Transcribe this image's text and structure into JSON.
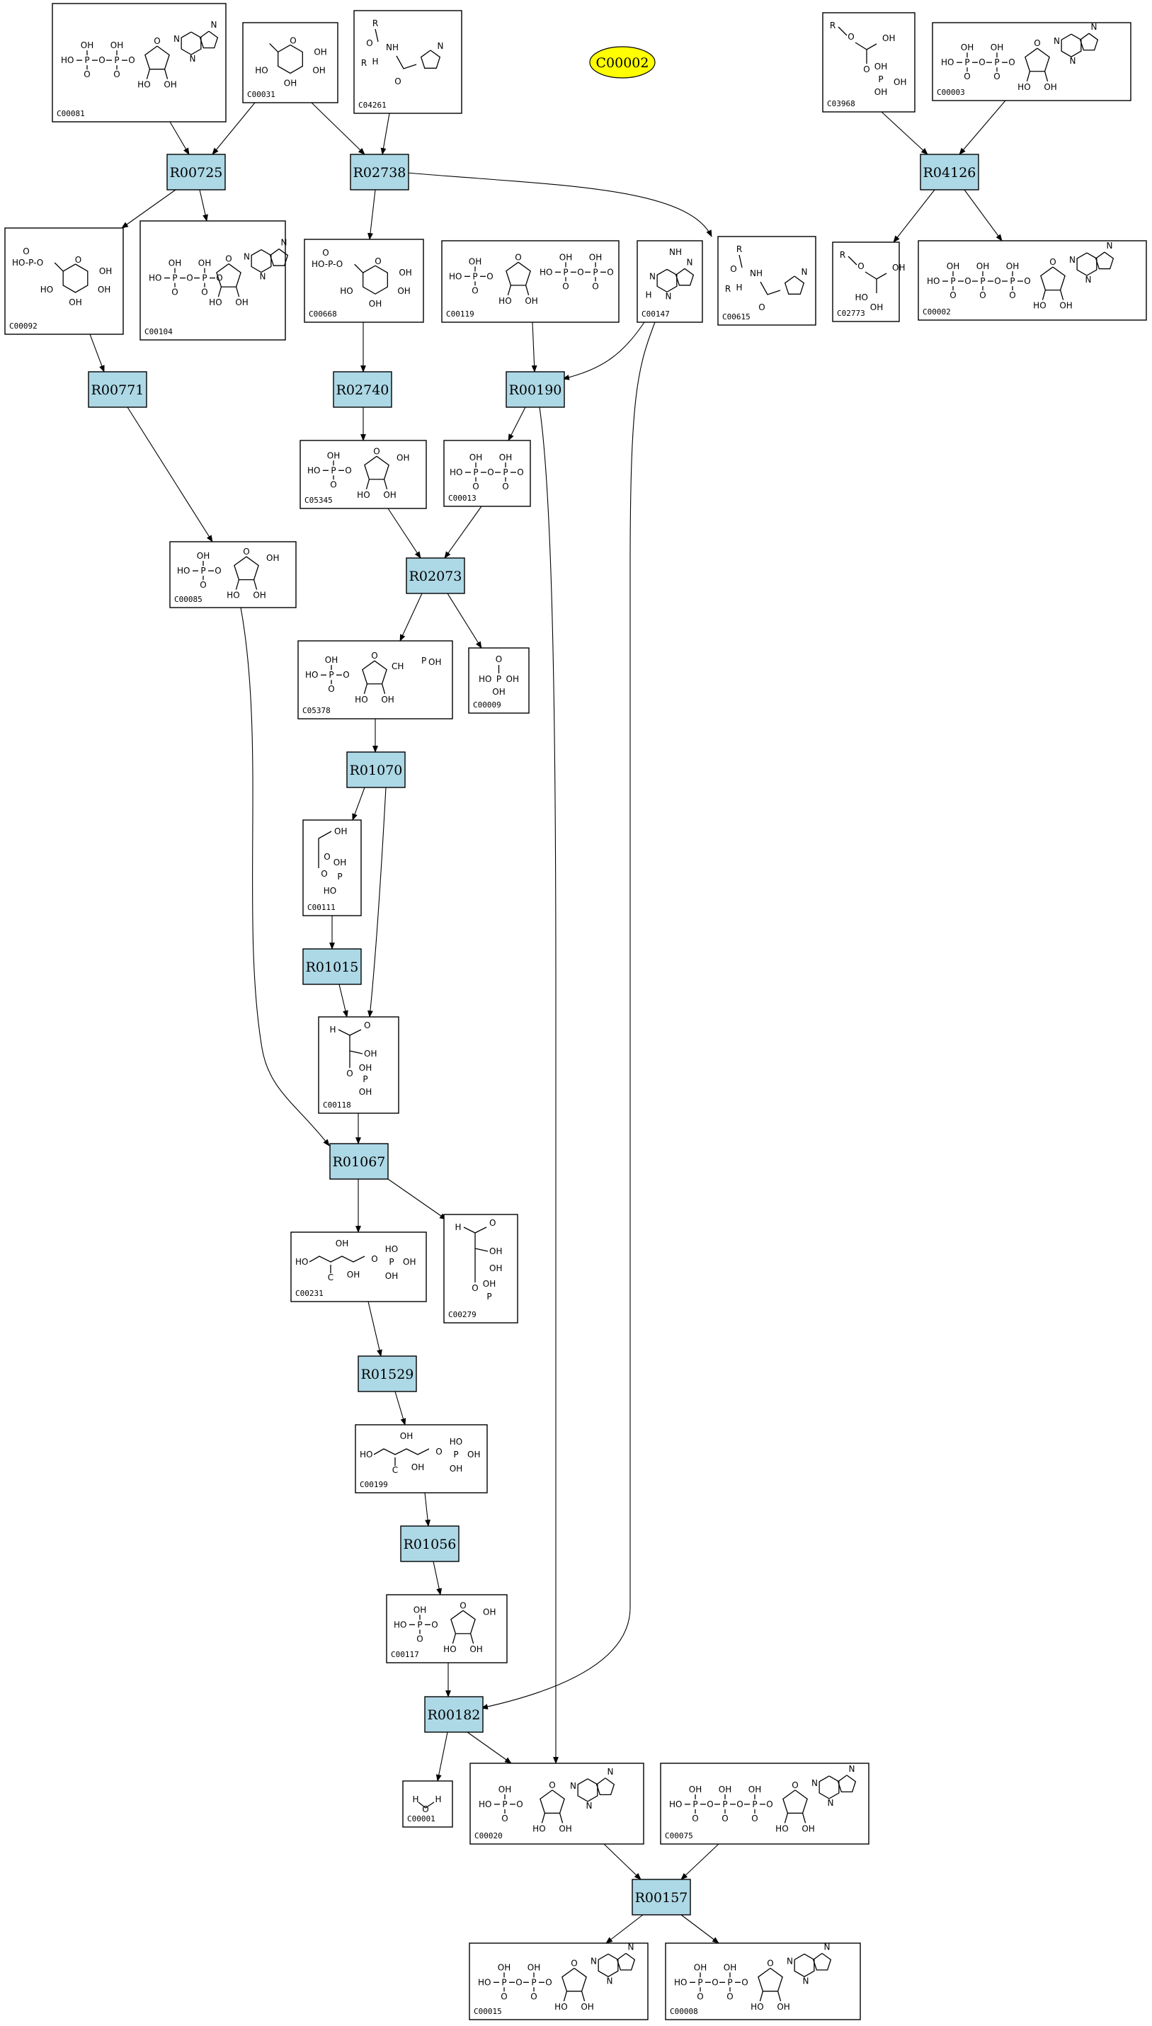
{
  "pathway_label": "C00002",
  "colors": {
    "reaction_fill": "#add8e6",
    "pathway_fill": "#ffff00",
    "stroke": "#000000"
  },
  "reactions": [
    {
      "id": "R00725"
    },
    {
      "id": "R02738"
    },
    {
      "id": "R04126"
    },
    {
      "id": "R00771"
    },
    {
      "id": "R02740"
    },
    {
      "id": "R00190"
    },
    {
      "id": "R02073"
    },
    {
      "id": "R01070"
    },
    {
      "id": "R01015"
    },
    {
      "id": "R01067"
    },
    {
      "id": "R01529"
    },
    {
      "id": "R01056"
    },
    {
      "id": "R00182"
    },
    {
      "id": "R00157"
    }
  ],
  "compounds": [
    {
      "id": "C00081",
      "glyph": "nucleotide-tri-base"
    },
    {
      "id": "C00031",
      "glyph": "pyranose"
    },
    {
      "id": "C04261",
      "glyph": "histidine-deriv"
    },
    {
      "id": "C03968",
      "glyph": "glycerolipid-phos"
    },
    {
      "id": "C00003",
      "glyph": "dinucleotide"
    },
    {
      "id": "C00092",
      "glyph": "pyranose-phos"
    },
    {
      "id": "C00104",
      "glyph": "nucleotide-di-base"
    },
    {
      "id": "C00668",
      "glyph": "pyranose-phos"
    },
    {
      "id": "C00119",
      "glyph": "furanose-pp"
    },
    {
      "id": "C00147",
      "glyph": "purine-base"
    },
    {
      "id": "C00615",
      "glyph": "histidine-deriv"
    },
    {
      "id": "C02773",
      "glyph": "glycerol-ether"
    },
    {
      "id": "C00002",
      "glyph": "nucleotide-tri-base"
    },
    {
      "id": "C05345",
      "glyph": "furanose-phos"
    },
    {
      "id": "C00013",
      "glyph": "diphosphate"
    },
    {
      "id": "C00085",
      "glyph": "furanose-phos"
    },
    {
      "id": "C05378",
      "glyph": "furanose-bisphos"
    },
    {
      "id": "C00009",
      "glyph": "phosphate"
    },
    {
      "id": "C00111",
      "glyph": "triose-phos"
    },
    {
      "id": "C00118",
      "glyph": "aldose-phos"
    },
    {
      "id": "C00231",
      "glyph": "ketose-chain-phos"
    },
    {
      "id": "C00279",
      "glyph": "aldose-phos"
    },
    {
      "id": "C00199",
      "glyph": "ketose-chain-phos"
    },
    {
      "id": "C00117",
      "glyph": "furanose-phos"
    },
    {
      "id": "C00001",
      "glyph": "water"
    },
    {
      "id": "C00020",
      "glyph": "nucleotide-mono-base"
    },
    {
      "id": "C00075",
      "glyph": "nucleotide-tri-base"
    },
    {
      "id": "C00015",
      "glyph": "nucleotide-di-base"
    },
    {
      "id": "C00008",
      "glyph": "nucleotide-di-base"
    }
  ]
}
